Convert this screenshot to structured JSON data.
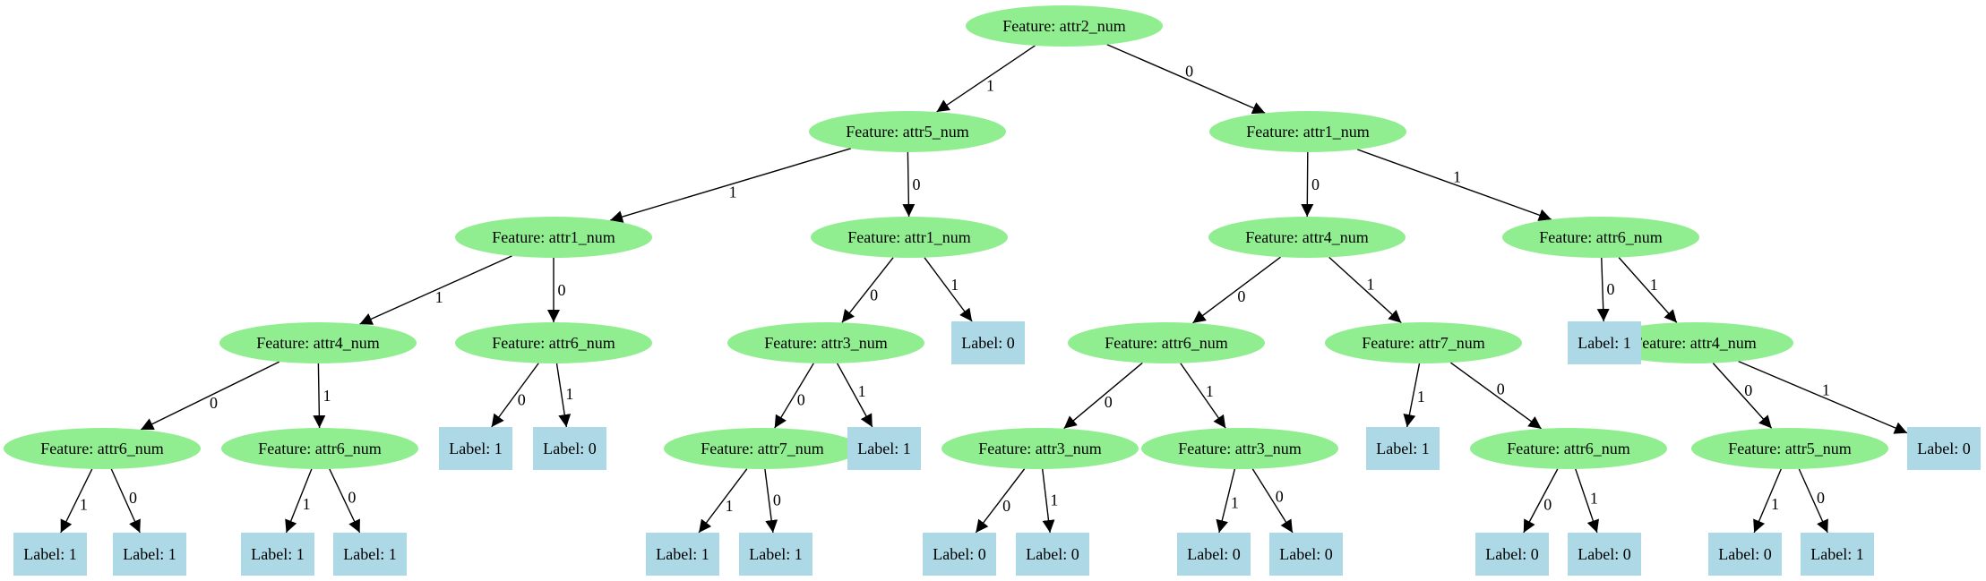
{
  "colors": {
    "feature_fill": "#90ee90",
    "leaf_fill": "#add8e6",
    "edge": "#000000"
  },
  "nodes": [
    {
      "id": "n0",
      "kind": "feature",
      "label": "Feature: attr2_num"
    },
    {
      "id": "n1",
      "kind": "feature",
      "label": "Feature: attr5_num"
    },
    {
      "id": "n2",
      "kind": "feature",
      "label": "Feature: attr1_num"
    },
    {
      "id": "n3",
      "kind": "feature",
      "label": "Feature: attr1_num"
    },
    {
      "id": "n4",
      "kind": "feature",
      "label": "Feature: attr1_num"
    },
    {
      "id": "n5",
      "kind": "feature",
      "label": "Feature: attr4_num"
    },
    {
      "id": "n6",
      "kind": "feature",
      "label": "Feature: attr6_num"
    },
    {
      "id": "n7",
      "kind": "feature",
      "label": "Feature: attr4_num"
    },
    {
      "id": "n8",
      "kind": "feature",
      "label": "Feature: attr6_num"
    },
    {
      "id": "n9",
      "kind": "feature",
      "label": "Feature: attr3_num"
    },
    {
      "id": "n10",
      "kind": "leaf",
      "label": "Label: 0"
    },
    {
      "id": "n11",
      "kind": "feature",
      "label": "Feature: attr6_num"
    },
    {
      "id": "n12",
      "kind": "feature",
      "label": "Feature: attr7_num"
    },
    {
      "id": "n13",
      "kind": "leaf",
      "label": "Label: 1"
    },
    {
      "id": "n14",
      "kind": "feature",
      "label": "Feature: attr4_num"
    },
    {
      "id": "n15",
      "kind": "feature",
      "label": "Feature: attr6_num"
    },
    {
      "id": "n16",
      "kind": "feature",
      "label": "Feature: attr6_num"
    },
    {
      "id": "n17",
      "kind": "leaf",
      "label": "Label: 1"
    },
    {
      "id": "n18",
      "kind": "leaf",
      "label": "Label: 0"
    },
    {
      "id": "n19",
      "kind": "feature",
      "label": "Feature: attr7_num"
    },
    {
      "id": "n20",
      "kind": "leaf",
      "label": "Label: 1"
    },
    {
      "id": "n21",
      "kind": "feature",
      "label": "Feature: attr3_num"
    },
    {
      "id": "n22",
      "kind": "feature",
      "label": "Feature: attr3_num"
    },
    {
      "id": "n23",
      "kind": "leaf",
      "label": "Label: 1"
    },
    {
      "id": "n24",
      "kind": "feature",
      "label": "Feature: attr6_num"
    },
    {
      "id": "n25",
      "kind": "feature",
      "label": "Feature: attr5_num"
    },
    {
      "id": "n26",
      "kind": "leaf",
      "label": "Label: 0"
    },
    {
      "id": "n27",
      "kind": "leaf",
      "label": "Label: 1"
    },
    {
      "id": "n28",
      "kind": "leaf",
      "label": "Label: 1"
    },
    {
      "id": "n29",
      "kind": "leaf",
      "label": "Label: 1"
    },
    {
      "id": "n30",
      "kind": "leaf",
      "label": "Label: 1"
    },
    {
      "id": "n31",
      "kind": "leaf",
      "label": "Label: 1"
    },
    {
      "id": "n32",
      "kind": "leaf",
      "label": "Label: 1"
    },
    {
      "id": "n33",
      "kind": "leaf",
      "label": "Label: 0"
    },
    {
      "id": "n34",
      "kind": "leaf",
      "label": "Label: 0"
    },
    {
      "id": "n35",
      "kind": "leaf",
      "label": "Label: 0"
    },
    {
      "id": "n36",
      "kind": "leaf",
      "label": "Label: 0"
    },
    {
      "id": "n37",
      "kind": "leaf",
      "label": "Label: 0"
    },
    {
      "id": "n38",
      "kind": "leaf",
      "label": "Label: 0"
    },
    {
      "id": "n39",
      "kind": "leaf",
      "label": "Label: 0"
    },
    {
      "id": "n40",
      "kind": "leaf",
      "label": "Label: 1"
    }
  ],
  "edges": [
    {
      "from": "n0",
      "to": "n1",
      "label": "1"
    },
    {
      "from": "n0",
      "to": "n2",
      "label": "0"
    },
    {
      "from": "n1",
      "to": "n3",
      "label": "1"
    },
    {
      "from": "n1",
      "to": "n4",
      "label": "0"
    },
    {
      "from": "n2",
      "to": "n7",
      "label": "0"
    },
    {
      "from": "n2",
      "to": "n8",
      "label": "1"
    },
    {
      "from": "n3",
      "to": "n5",
      "label": "1"
    },
    {
      "from": "n3",
      "to": "n6",
      "label": "0"
    },
    {
      "from": "n4",
      "to": "n9",
      "label": "0"
    },
    {
      "from": "n4",
      "to": "n10",
      "label": "1"
    },
    {
      "from": "n5",
      "to": "n11",
      "label": "0"
    },
    {
      "from": "n5",
      "to": "n16",
      "label": "1"
    },
    {
      "from": "n6",
      "to": "n17",
      "label": "0"
    },
    {
      "from": "n6",
      "to": "n18",
      "label": "1"
    },
    {
      "from": "n9",
      "to": "n12",
      "label": "0"
    },
    {
      "from": "n9",
      "to": "n13",
      "label": "1"
    },
    {
      "from": "n7",
      "to": "n15",
      "label": "0"
    },
    {
      "from": "n7",
      "to": "n19",
      "label": "1"
    },
    {
      "from": "n8",
      "to": "n20",
      "label": "0"
    },
    {
      "from": "n8",
      "to": "n14",
      "label": "1"
    },
    {
      "from": "n11",
      "to": "n27",
      "label": "1"
    },
    {
      "from": "n11",
      "to": "n28",
      "label": "0"
    },
    {
      "from": "n16",
      "to": "n29",
      "label": "1"
    },
    {
      "from": "n16",
      "to": "n30",
      "label": "0"
    },
    {
      "from": "n12",
      "to": "n31",
      "label": "1"
    },
    {
      "from": "n12",
      "to": "n32",
      "label": "0"
    },
    {
      "from": "n15",
      "to": "n21",
      "label": "0"
    },
    {
      "from": "n15",
      "to": "n22",
      "label": "1"
    },
    {
      "from": "n19",
      "to": "n23",
      "label": "1"
    },
    {
      "from": "n19",
      "to": "n24",
      "label": "0"
    },
    {
      "from": "n14",
      "to": "n25",
      "label": "0"
    },
    {
      "from": "n14",
      "to": "n26",
      "label": "1"
    },
    {
      "from": "n21",
      "to": "n33",
      "label": "0"
    },
    {
      "from": "n21",
      "to": "n34",
      "label": "1"
    },
    {
      "from": "n22",
      "to": "n35",
      "label": "1"
    },
    {
      "from": "n22",
      "to": "n36",
      "label": "0"
    },
    {
      "from": "n24",
      "to": "n37",
      "label": "0"
    },
    {
      "from": "n24",
      "to": "n38",
      "label": "1"
    },
    {
      "from": "n25",
      "to": "n39",
      "label": "1"
    },
    {
      "from": "n25",
      "to": "n40",
      "label": "0"
    }
  ]
}
